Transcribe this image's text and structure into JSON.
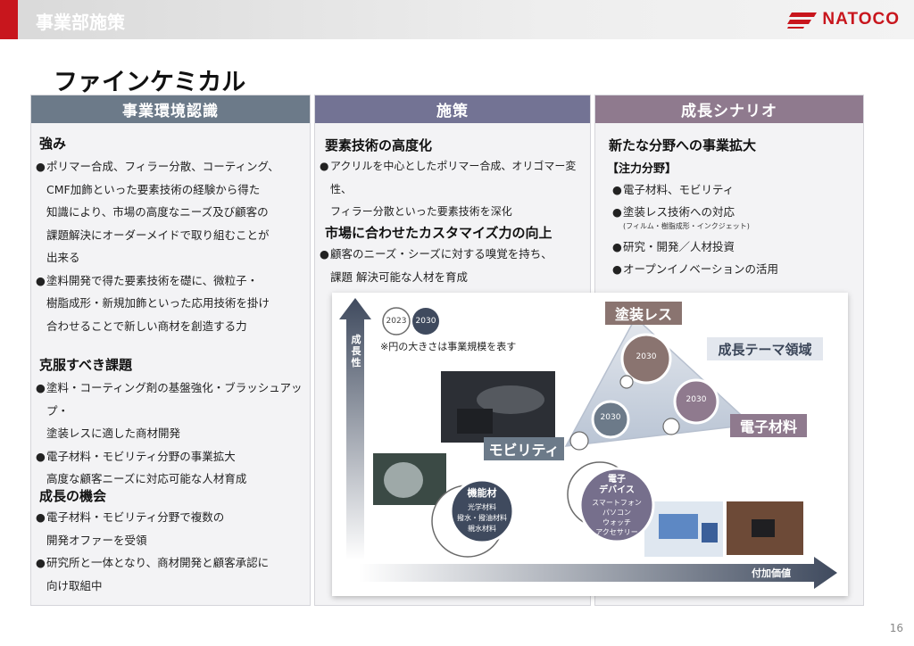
{
  "header": {
    "section_title": "事業部施策",
    "logo_text": "NATOCO"
  },
  "page_title": "ファインケミカル",
  "columns": {
    "env": {
      "title": "事業環境認識",
      "strength_title": "強み",
      "strength_items": [
        [
          "ポリマー合成、フィラー分散、コーティング、",
          "CMF加飾といった要素技術の経験から得た",
          "知識により、市場の高度なニーズ及び顧客の",
          "課題解決にオーダーメイドで取り組むことが",
          "出来る"
        ],
        [
          "塗料開発で得た要素技術を礎に、微粒子・",
          "樹脂成形・新規加飾といった応用技術を掛け",
          "合わせることで新しい商材を創造する力"
        ]
      ],
      "issue_title": "克服すべき課題",
      "issue_items": [
        [
          "塗料・コーティング剤の基盤強化・ブラッシュアップ・",
          "塗装レスに適した商材開発"
        ],
        [
          "電子材料・モビリティ分野の事業拡大",
          "高度な顧客ニーズに対応可能な人材育成"
        ]
      ],
      "opp_title": "成長の機会",
      "opp_items": [
        [
          "電子材料・モビリティ分野で複数の",
          "開発オファーを受領"
        ],
        [
          "研究所と一体となり、商材開発と顧客承認に",
          "向け取組中"
        ]
      ]
    },
    "measures": {
      "title": "施策",
      "t1": "要素技術の高度化",
      "t1_items": [
        [
          "アクリルを中心としたポリマー合成、オリゴマー変性、",
          "フィラー分散といった要素技術を深化"
        ]
      ],
      "t2": "市場に合わせたカスタマイズ力の向上",
      "t2_items": [
        [
          "顧客のニーズ・シーズに対する嗅覚を持ち、",
          "課題 解決可能な人材を育成"
        ]
      ]
    },
    "growth": {
      "title": "成長シナリオ",
      "t1": "新たな分野への事業拡大",
      "focus": "【注力分野】",
      "items": [
        "電子材料、モビリティ",
        "塗装レス技術への対応",
        "研究・開発／人材投資",
        "オープンイノベーションの活用"
      ],
      "note": "(フィルム・樹脂成形・インクジェット)"
    }
  },
  "diagram": {
    "y_axis": "成長性",
    "x_axis": "付加価値",
    "legend_2023": "2023",
    "legend_2030": "2030",
    "legend_note": "※円の大きさは事業規模を表す",
    "label_tosoless": "塗装レス",
    "label_denshi": "電子材料",
    "label_mobility": "モビリティ",
    "theme": "成長テーマ領域",
    "bubble_2030": "2030",
    "kinou_title": "機能材",
    "kinou_items": [
      "光学材料",
      "撥水・撥油材料",
      "親水材料"
    ],
    "device_title": [
      "電子",
      "デバイス"
    ],
    "device_items": [
      "スマートフォン",
      "パソコン",
      "ウォッチ",
      "アクセサリー"
    ]
  },
  "page_number": "16",
  "colors": {
    "brand_red": "#c8161d",
    "env_head": "#6c7a89",
    "measures_head": "#737394",
    "growth_head": "#8f7a8e"
  }
}
